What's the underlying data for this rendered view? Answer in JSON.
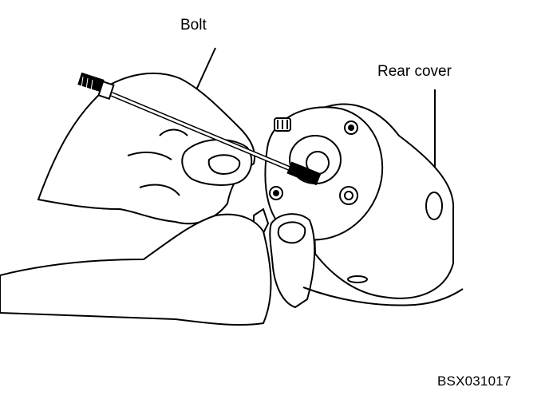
{
  "labels": {
    "bolt": "Bolt",
    "rear_cover": "Rear cover"
  },
  "figure_code": "BSX031017",
  "colors": {
    "line": "#000000",
    "background": "#ffffff"
  }
}
